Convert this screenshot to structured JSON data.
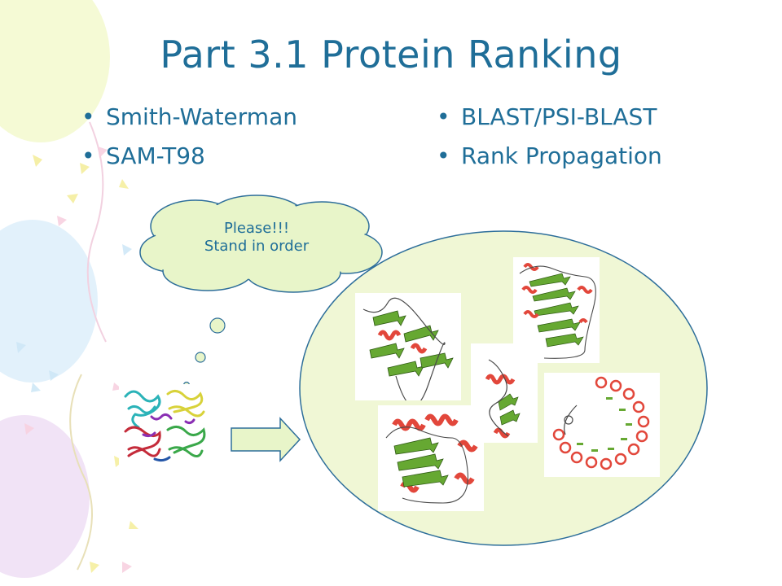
{
  "title": "Part 3.1 Protein Ranking",
  "bullets_left": [
    "Smith-Waterman",
    "SAM-T98"
  ],
  "bullets_right": [
    "BLAST/PSI-BLAST",
    "Rank Propagation"
  ],
  "thought_bubble": {
    "line1": "Please!!!",
    "line2": "Stand in order"
  },
  "colors": {
    "title": "#1f6e98",
    "cloud_fill": "#e8f5c9",
    "ellipse_fill": "#f0f7d5",
    "strand": "#66a832",
    "helix": "#e2473b"
  }
}
